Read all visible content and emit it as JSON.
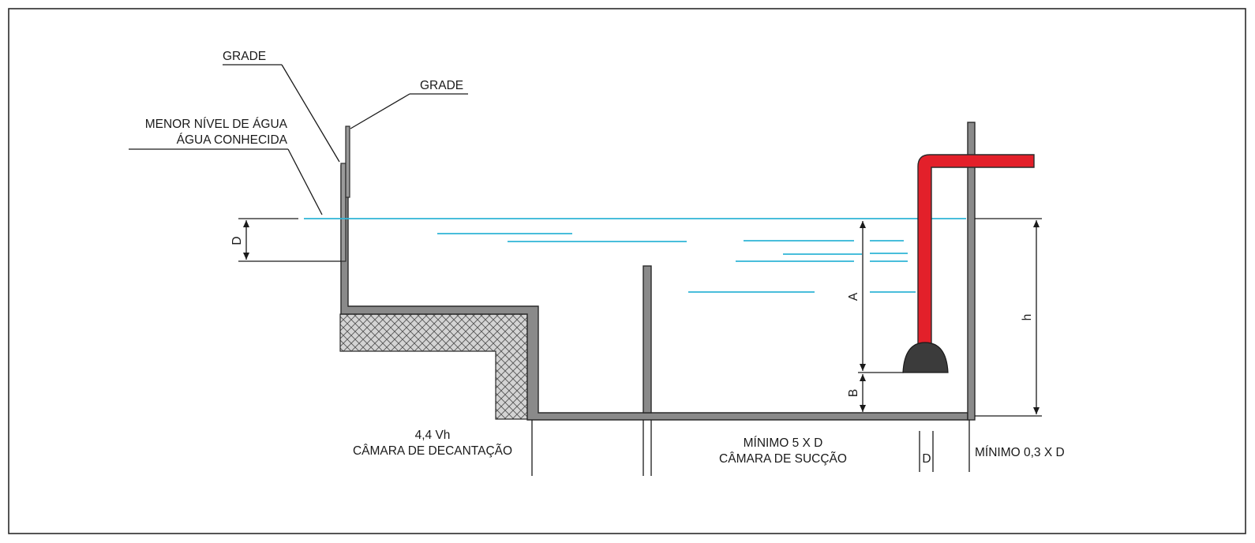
{
  "diagram": {
    "labels": {
      "grade_top": "GRADE",
      "grade_right": "GRADE",
      "menor_nivel_line1": "MENOR NÍVEL DE ÁGUA",
      "menor_nivel_line2": "ÁGUA CONHECIDA",
      "dim_D_left": "D",
      "dim_A": "A",
      "dim_B": "B",
      "dim_h": "h",
      "decantacao_value": "4,4 Vh",
      "decantacao_name": "CÂMARA DE DECANTAÇÃO",
      "succao_value": "MÍNIMO 5 X D",
      "succao_name": "CÂMARA DE SUCÇÃO",
      "dim_D_bottom": "D",
      "minimo_03": "MÍNIMO 0,3 X D"
    },
    "colors": {
      "water": "#2fb4d6",
      "pipe": "#e3202a",
      "wall": "#8a8a8a",
      "fill_pattern": "#cfcfcf",
      "foot_valve": "#3b3b3b"
    }
  }
}
